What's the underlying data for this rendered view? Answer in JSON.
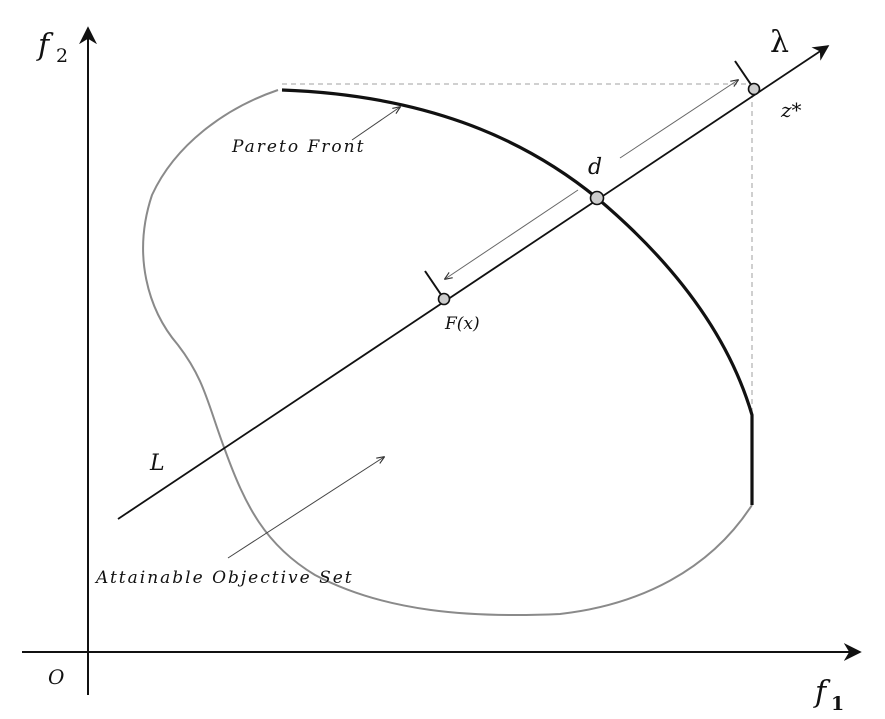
{
  "labels": {
    "f2": "f",
    "f2_sub": "2",
    "f1": "f",
    "f1_sub": "1",
    "origin": "O",
    "lambda": "λ",
    "z_star": "z*",
    "d": "d",
    "Fx": "F(x)",
    "L": "L",
    "pareto_front": "Pareto Front",
    "attainable_set": "Attainable Objective Set"
  },
  "colors": {
    "axis": "#111111",
    "pareto": "#111111",
    "boundary": "#8a8a8a",
    "dashed": "#b5b5b5",
    "arrow_thin": "#666666",
    "point_fill": "#cccccc"
  }
}
